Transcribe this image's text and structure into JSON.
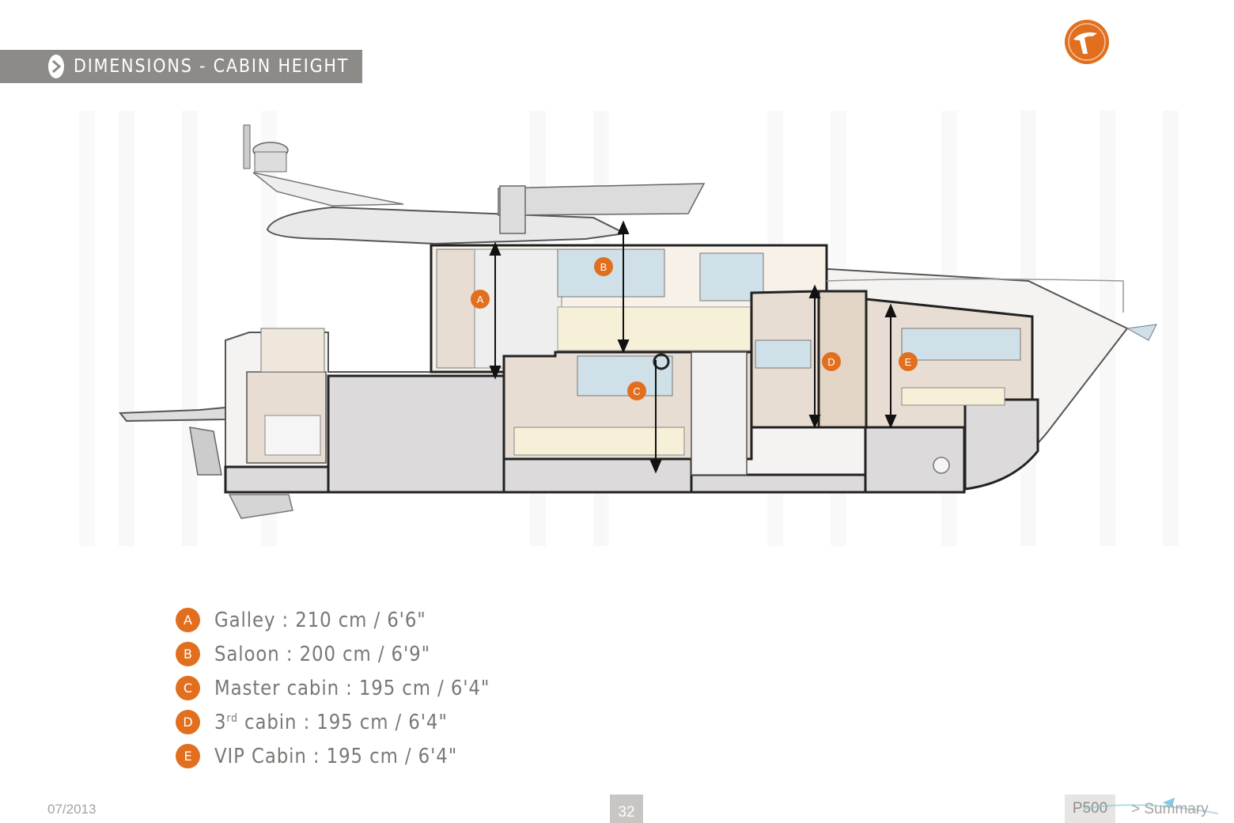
{
  "header": {
    "title": "DIMENSIONS - CABIN HEIGHT",
    "icon": "chevron-right-icon"
  },
  "brand": {
    "logo_icon": "brand-logo-icon",
    "accent": "#e16f1e"
  },
  "drawing": {
    "markers": [
      "A",
      "B",
      "C",
      "D",
      "E"
    ]
  },
  "legend": {
    "items": [
      {
        "letter": "A",
        "text": "Galley : 210 cm / 6'6\""
      },
      {
        "letter": "B",
        "text": "Saloon : 200 cm / 6'9\""
      },
      {
        "letter": "C",
        "text": "Master cabin : 195 cm / 6'4\""
      },
      {
        "letter": "D",
        "prefix": "3",
        "sup": "rd",
        "text": " cabin : 195 cm / 6'4\""
      },
      {
        "letter": "E",
        "text": "VIP Cabin : 195 cm / 6'4\""
      }
    ]
  },
  "footer": {
    "date": "07/2013",
    "page": "32",
    "model": "P500",
    "summary": "> Summary"
  },
  "colors": {
    "header_bg": "#8d8b87",
    "badge": "#e16f1e",
    "text": "#7a7874",
    "hull": "#dcdada",
    "interior": "#e8ddd2"
  }
}
